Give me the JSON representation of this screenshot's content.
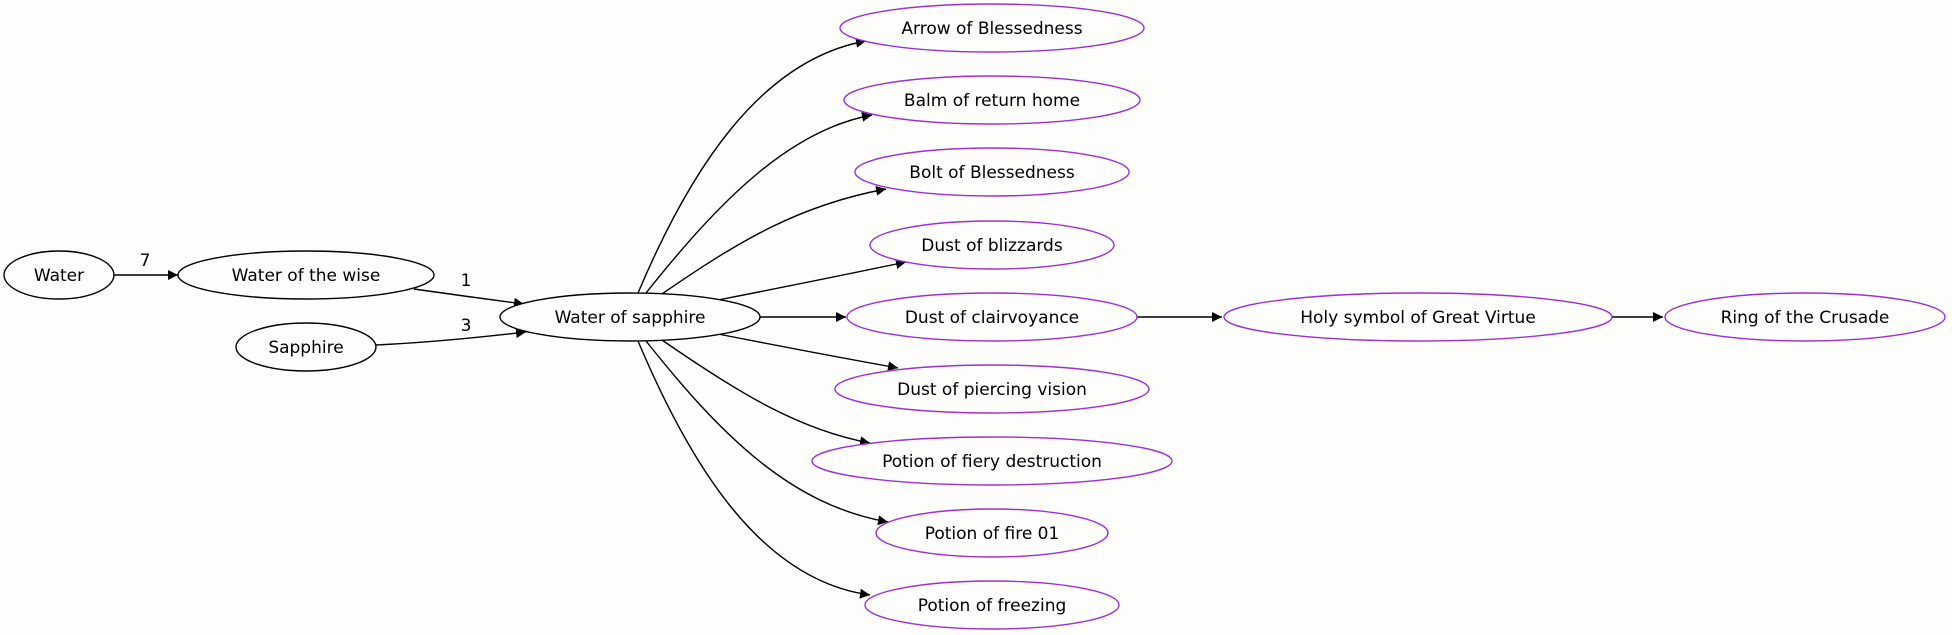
{
  "colors": {
    "background": "#fdfdfb",
    "base_node_stroke": "#000000",
    "product_node_stroke": "#9b30d9",
    "edge": "#000000",
    "text": "#000000"
  },
  "nodes": [
    {
      "id": "water",
      "label": "Water",
      "kind": "base"
    },
    {
      "id": "water_wise",
      "label": "Water of the wise",
      "kind": "base"
    },
    {
      "id": "sapphire",
      "label": "Sapphire",
      "kind": "base"
    },
    {
      "id": "water_sapphire",
      "label": "Water of sapphire",
      "kind": "base"
    },
    {
      "id": "arrow_bless",
      "label": "Arrow of Blessedness",
      "kind": "product"
    },
    {
      "id": "balm_return",
      "label": "Balm of return home",
      "kind": "product"
    },
    {
      "id": "bolt_bless",
      "label": "Bolt of Blessedness",
      "kind": "product"
    },
    {
      "id": "dust_blizzards",
      "label": "Dust of blizzards",
      "kind": "product"
    },
    {
      "id": "dust_clair",
      "label": "Dust of clairvoyance",
      "kind": "product"
    },
    {
      "id": "dust_piercing",
      "label": "Dust of piercing vision",
      "kind": "product"
    },
    {
      "id": "potion_fiery",
      "label": "Potion of fiery destruction",
      "kind": "product"
    },
    {
      "id": "potion_fire01",
      "label": "Potion of fire 01",
      "kind": "product"
    },
    {
      "id": "potion_freezing",
      "label": "Potion of freezing",
      "kind": "product"
    },
    {
      "id": "holy_symbol",
      "label": "Holy symbol of Great Virtue",
      "kind": "product"
    },
    {
      "id": "ring_crusade",
      "label": "Ring of the Crusade",
      "kind": "product"
    }
  ],
  "edges": [
    {
      "from": "water",
      "to": "water_wise",
      "label": "7"
    },
    {
      "from": "water_wise",
      "to": "water_sapphire",
      "label": "1"
    },
    {
      "from": "sapphire",
      "to": "water_sapphire",
      "label": "3"
    },
    {
      "from": "water_sapphire",
      "to": "arrow_bless",
      "label": ""
    },
    {
      "from": "water_sapphire",
      "to": "balm_return",
      "label": ""
    },
    {
      "from": "water_sapphire",
      "to": "bolt_bless",
      "label": ""
    },
    {
      "from": "water_sapphire",
      "to": "dust_blizzards",
      "label": ""
    },
    {
      "from": "water_sapphire",
      "to": "dust_clair",
      "label": ""
    },
    {
      "from": "water_sapphire",
      "to": "dust_piercing",
      "label": ""
    },
    {
      "from": "water_sapphire",
      "to": "potion_fiery",
      "label": ""
    },
    {
      "from": "water_sapphire",
      "to": "potion_fire01",
      "label": ""
    },
    {
      "from": "water_sapphire",
      "to": "potion_freezing",
      "label": ""
    },
    {
      "from": "dust_clair",
      "to": "holy_symbol",
      "label": ""
    },
    {
      "from": "holy_symbol",
      "to": "ring_crusade",
      "label": ""
    }
  ]
}
